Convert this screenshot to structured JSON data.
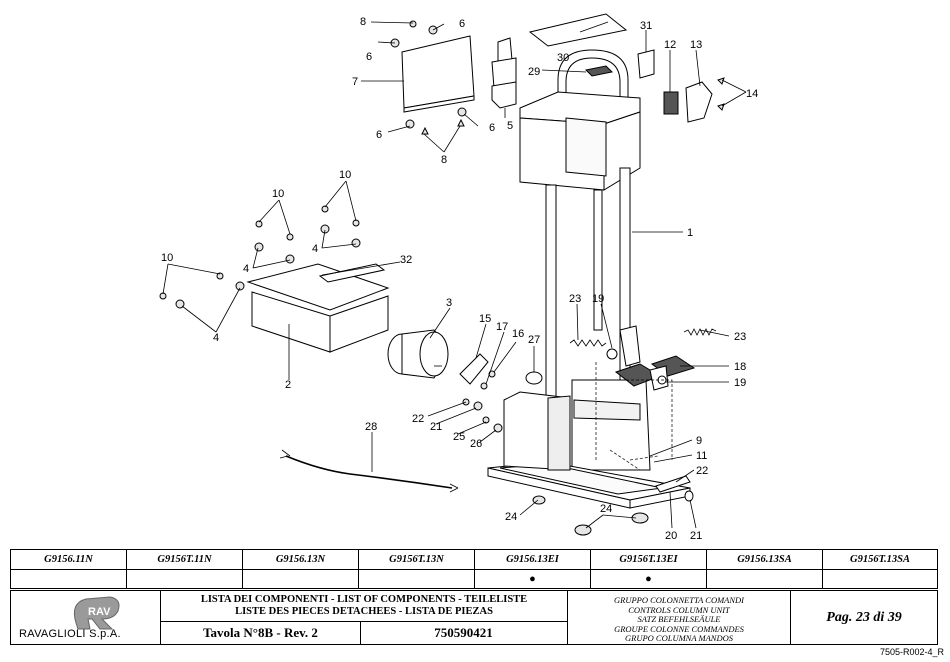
{
  "callouts": {
    "c1": "1",
    "c2": "2",
    "c3": "3",
    "c4a": "4",
    "c4b": "4",
    "c4c": "4",
    "c5": "5",
    "c6a": "6",
    "c6b": "6",
    "c6c": "6",
    "c6d": "6",
    "c7": "7",
    "c8a": "8",
    "c8b": "8",
    "c9": "9",
    "c10a": "10",
    "c10b": "10",
    "c10c": "10",
    "c11": "11",
    "c12": "12",
    "c13": "13",
    "c14": "14",
    "c15": "15",
    "c16": "16",
    "c17": "17",
    "c18": "18",
    "c19a": "19",
    "c19b": "19",
    "c20": "20",
    "c21a": "21",
    "c21b": "21",
    "c22a": "22",
    "c22b": "22",
    "c23a": "23",
    "c23b": "23",
    "c24a": "24",
    "c24b": "24",
    "c25": "25",
    "c26": "26",
    "c27": "27",
    "c28": "28",
    "c29": "29",
    "c30": "30",
    "c31": "31",
    "c32": "32"
  },
  "models": [
    {
      "name": "G9156.11N",
      "mark": ""
    },
    {
      "name": "G9156T.11N",
      "mark": ""
    },
    {
      "name": "G9156.13N",
      "mark": ""
    },
    {
      "name": "G9156T.13N",
      "mark": ""
    },
    {
      "name": "G9156.13EI",
      "mark": "●"
    },
    {
      "name": "G9156T.13EI",
      "mark": "●"
    },
    {
      "name": "G9156.13SA",
      "mark": ""
    },
    {
      "name": "G9156T.13SA",
      "mark": ""
    }
  ],
  "company": "RAVAGLIOLI S.p.A.",
  "logo_letters": "RAV",
  "title_line1": "LISTA DEI COMPONENTI - LIST OF COMPONENTS - TEILELISTE",
  "title_line2": "LISTE DES PIECES DETACHEES - LISTA DE PIEZAS",
  "table_label": "Tavola N°8B - Rev. 2",
  "code": "750590421",
  "group": [
    "GRUPPO COLONNETTA COMANDI",
    "CONTROLS COLUMN UNIT",
    "SATZ BEFEHLSEÄULE",
    "GROUPE COLONNE COMMANDES",
    "GRUPO COLUMNA MANDOS"
  ],
  "page": "Pag. 23 di 39",
  "doc_ref": "7505-R002-4_R"
}
